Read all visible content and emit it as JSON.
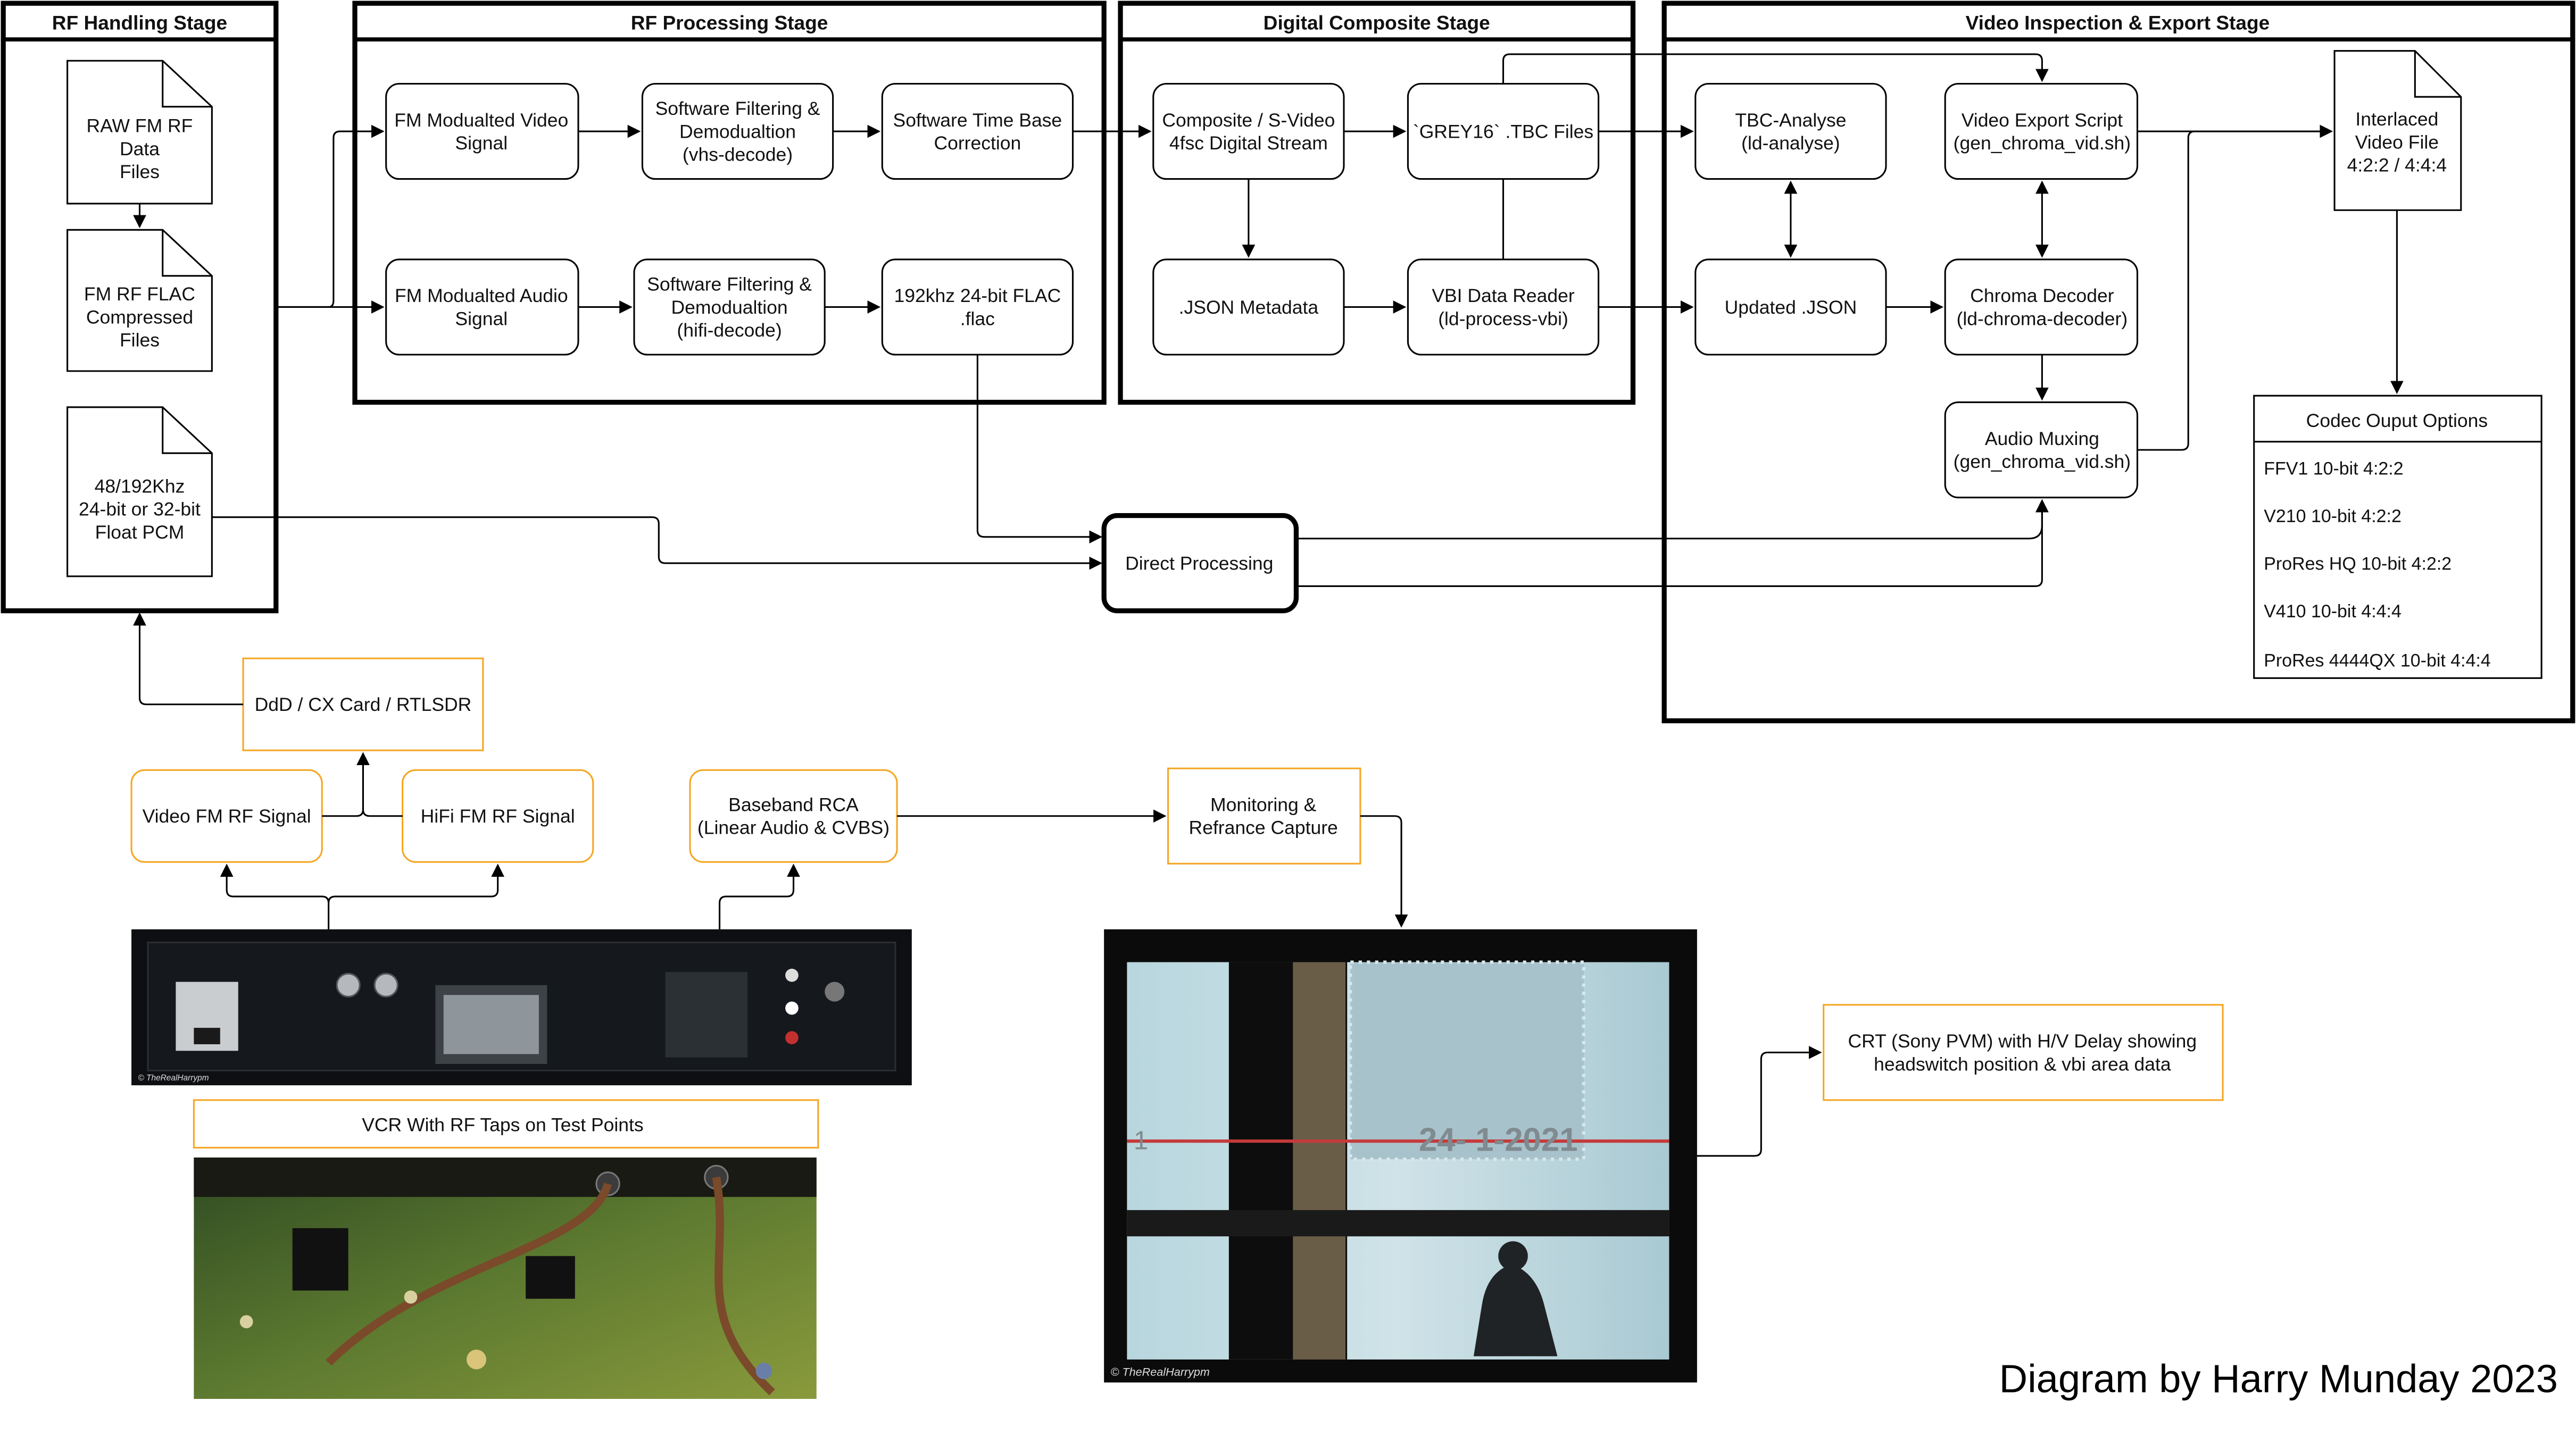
{
  "stages": {
    "rf_handling": "RF Handling Stage",
    "rf_processing": "RF Processing Stage",
    "digital_composite": "Digital Composite Stage",
    "video_inspection": "Video Inspection & Export Stage"
  },
  "nodes": {
    "raw_fm": [
      "RAW FM RF",
      "Data",
      "Files"
    ],
    "flac_files": [
      "FM RF FLAC",
      "Compressed",
      "Files"
    ],
    "pcm": [
      "48/192Khz",
      "24-bit or 32-bit",
      "Float PCM"
    ],
    "fm_video": [
      "FM Modualted Video",
      "Signal"
    ],
    "fm_audio": [
      "FM Modualted Audio",
      "Signal"
    ],
    "sw_vhs": [
      "Software Filtering &",
      "Demodualtion",
      "(vhs-decode)"
    ],
    "sw_hifi": [
      "Software Filtering &",
      "Demodualtion",
      "(hifi-decode)"
    ],
    "tbc": [
      "Software Time Base",
      "Correction"
    ],
    "flac192": [
      "192khz 24-bit FLAC",
      ".flac"
    ],
    "composite": [
      "Composite / S-Video",
      "4fsc Digital Stream"
    ],
    "grey16": [
      "`GREY16` .TBC Files"
    ],
    "json_meta": [
      ".JSON Metadata"
    ],
    "vbi": [
      "VBI Data Reader",
      "(ld-process-vbi)"
    ],
    "tbc_analyse": [
      "TBC-Analyse",
      "(ld-analyse)"
    ],
    "updated_json": [
      "Updated .JSON"
    ],
    "video_export": [
      "Video Export Script",
      "(gen_chroma_vid.sh)"
    ],
    "chroma": [
      "Chroma Decoder",
      "(ld-chroma-decoder)"
    ],
    "audio_mux": [
      "Audio Muxing",
      "(gen_chroma_vid.sh)"
    ],
    "interlaced": [
      "Interlaced",
      "Video File",
      "4:2:2 / 4:4:4"
    ],
    "direct": [
      "Direct Processing"
    ],
    "ddd": [
      "DdD / CX Card / RTLSDR"
    ],
    "video_fm": [
      "Video FM RF Signal"
    ],
    "hifi_fm": [
      "HiFi FM RF Signal"
    ],
    "baseband": [
      "Baseband RCA",
      "(Linear Audio & CVBS)"
    ],
    "monitoring": [
      "Monitoring &",
      "Refrance Capture"
    ],
    "crt": [
      "CRT (Sony PVM) with H/V Delay showing",
      "headswitch position & vbi area data"
    ],
    "vcr_label": [
      "VCR With RF Taps on Test Points"
    ]
  },
  "codec": {
    "title": "Codec Ouput Options",
    "options": [
      "FFV1 10-bit 4:2:2",
      "V210 10-bit 4:2:2",
      "ProRes HQ 10-bit 4:2:2",
      "V410 10-bit 4:4:4",
      "ProRes 4444QX 10-bit 4:4:4"
    ]
  },
  "photos": {
    "vcr_watermark": "© TheRealHarrypm",
    "crt_watermark": "© TheRealHarrypm",
    "crt_date": "24- 1-2021",
    "crt_line_marker": "1"
  },
  "credit": "Diagram by Harry Munday 2023",
  "colors": {
    "orange": "#f5a623",
    "black": "#000000"
  }
}
